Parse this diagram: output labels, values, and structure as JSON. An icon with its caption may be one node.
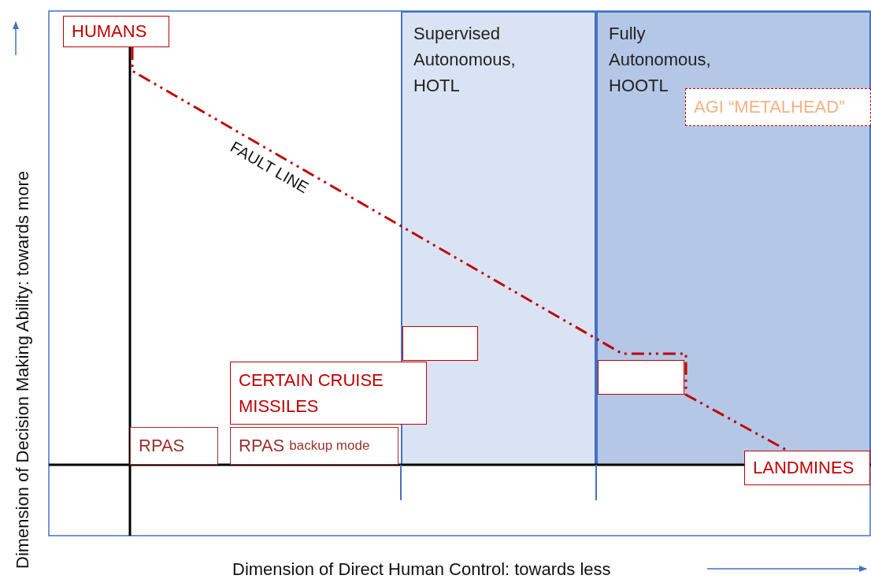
{
  "diagram": {
    "nodes": [
      {
        "text": [
          "HUMANS"
        ]
      },
      {
        "text": [
          "Supervised Autonomous, HOTL"
        ]
      },
      {
        "text": [
          "Fully Autonomous, HOOTL"
        ]
      },
      {
        "text": [
          "AGI “METALHEAD”"
        ],
        "in": 2
      },
      {
        "text": [],
        "shape": "box",
        "in": 1
      },
      {
        "text": [
          "CERTAIN CRUISE MISSILES"
        ]
      },
      {
        "text": [],
        "shape": "box",
        "in": 2
      },
      {
        "text": [
          "RPAS"
        ]
      },
      {
        "text": [
          "RPAS",
          "backup mode"
        ]
      },
      {
        "text": [
          "LANDMINES"
        ]
      }
    ],
    "edges": [
      {
        "from": 0,
        "to": 9,
        "arrow": "none",
        "label": "FAULT LINE",
        "style": "dashed",
        "color": "#c00000"
      }
    ],
    "labels": [
      "Dimension of Decision Making Ability: towards more",
      "Dimension of Direct Human Control: towards less"
    ]
  }
}
